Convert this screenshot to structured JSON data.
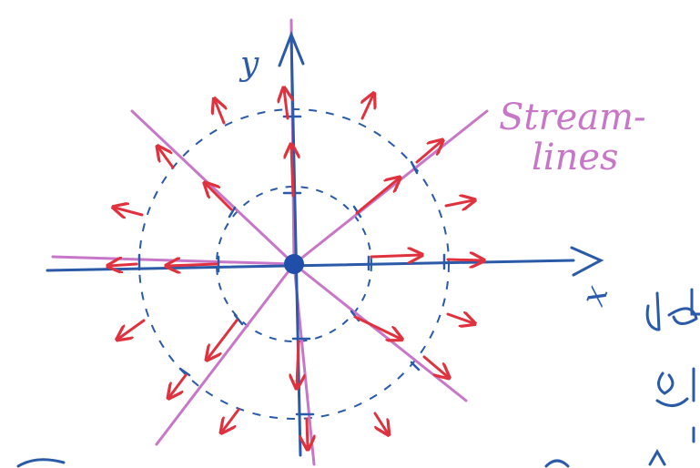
{
  "labels": {
    "y_axis": "y",
    "x_axis": "x",
    "streamlines_line1": "Stream-",
    "streamlines_line2": "lines"
  },
  "colors": {
    "axis": "#2a5aa8",
    "circle": "#2a5aa8",
    "streamline": "#c877c8",
    "vector": "#e0323e",
    "source_point": "#1f4fa8"
  },
  "circles": {
    "count": 2,
    "style": "dashed"
  },
  "streamlines": {
    "count": 8,
    "pattern": "radial"
  }
}
